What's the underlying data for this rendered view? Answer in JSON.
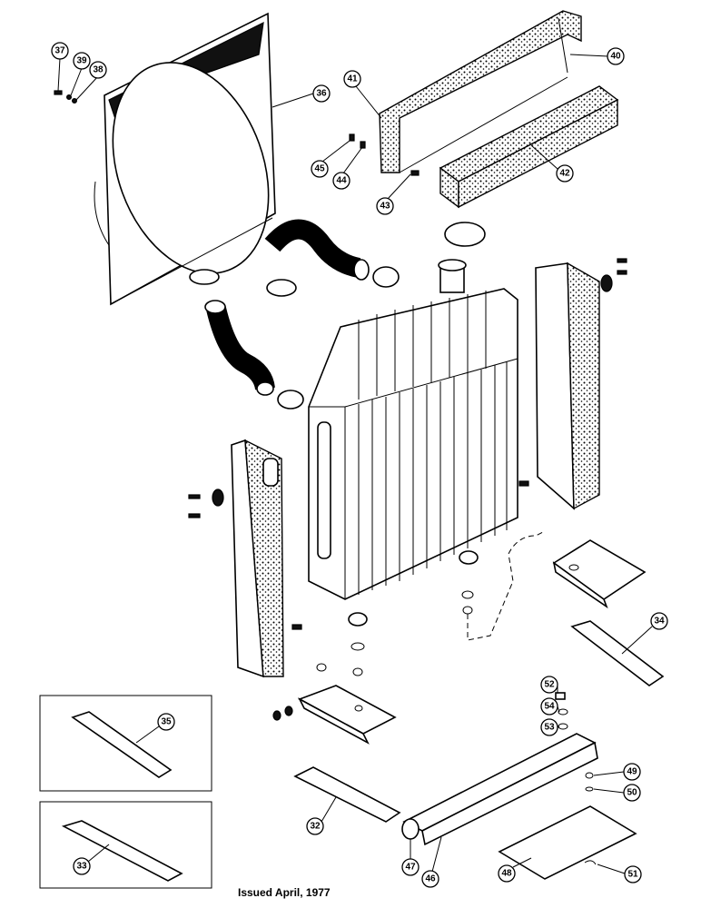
{
  "caption": "Issued April, 1977",
  "callouts": [
    "37",
    "39",
    "38",
    "36",
    "41",
    "40",
    "45",
    "44",
    "43",
    "42",
    "34",
    "35",
    "52",
    "54",
    "53",
    "49",
    "50",
    "32",
    "33",
    "47",
    "46",
    "48",
    "51"
  ]
}
